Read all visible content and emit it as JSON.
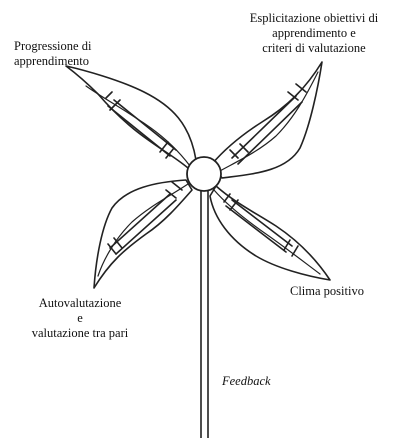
{
  "diagram": {
    "labels": {
      "top_left": [
        "Progressione di",
        "apprendimento"
      ],
      "top_right": [
        "Esplicitazione obiettivi di",
        "apprendimento e",
        "criteri di valutazione"
      ],
      "bottom_left": [
        "Autovalutazione",
        "e",
        "valutazione tra pari"
      ],
      "bottom_right": [
        "Clima positivo"
      ],
      "stick": "Feedback"
    }
  }
}
